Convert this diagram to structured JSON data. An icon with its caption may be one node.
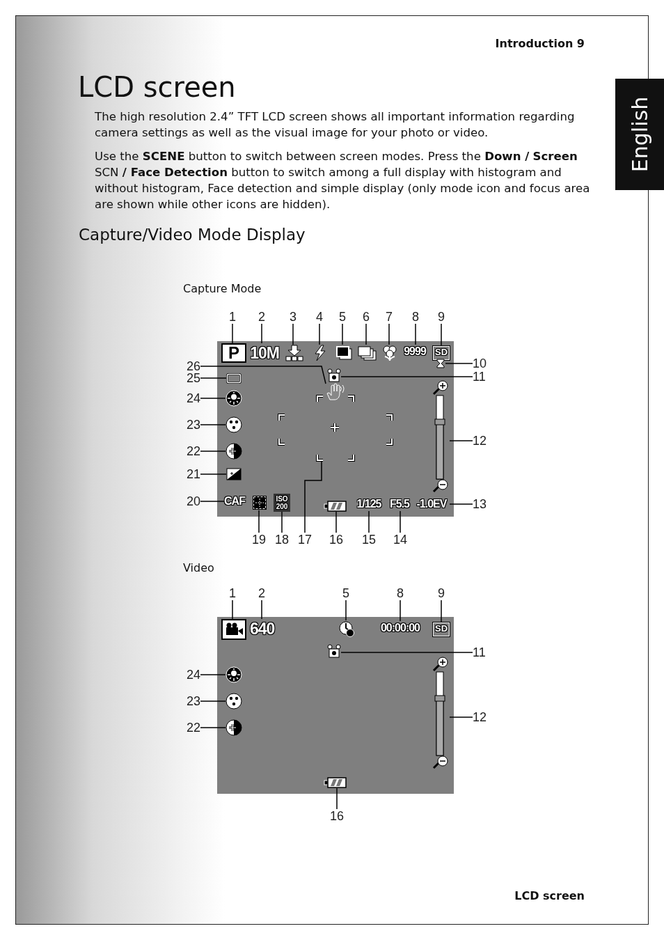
{
  "diagram": {
    "title": "LCD screen",
    "nodes": [
      {
        "text": [
          "English"
        ]
      },
      {
        "text": [],
        "shape": "box"
      },
      {
        "text": [
          "P"
        ],
        "in": 1
      },
      {
        "text": [
          "10M"
        ],
        "in": 1
      },
      {
        "text": [],
        "shape": "picture",
        "in": 1
      },
      {
        "text": [],
        "shape": "picture",
        "in": 1
      },
      {
        "text": [],
        "shape": "box",
        "in": 1
      },
      {
        "text": [],
        "shape": "picture",
        "in": 1
      },
      {
        "text": [],
        "shape": "picture",
        "in": 1
      },
      {
        "text": [
          "9999"
        ],
        "in": 1
      },
      {
        "text": [
          "SD"
        ],
        "in": 1
      },
      {
        "text": [],
        "shape": "box",
        "in": 1
      },
      {
        "text": [],
        "shape": "picture",
        "in": 1
      },
      {
        "text": [],
        "shape": "picture",
        "in": 1
      },
      {
        "text": [
          "-1.0EV"
        ],
        "in": 1
      },
      {
        "text": [
          "F5.5"
        ],
        "in": 1
      },
      {
        "text": [
          "1/125"
        ],
        "in": 1
      },
      {
        "text": [],
        "shape": "picture",
        "in": 1
      },
      {
        "text": [],
        "shape": "picture",
        "in": 1
      },
      {
        "text": [
          "ISO 200"
        ],
        "in": 1
      },
      {
        "text": [],
        "shape": "picture",
        "in": 1
      },
      {
        "text": [
          "CAF"
        ],
        "in": 1
      },
      {
        "text": [],
        "shape": "picture",
        "in": 1
      },
      {
        "text": [],
        "shape": "picture",
        "in": 1
      },
      {
        "text": [],
        "shape": "picture",
        "in": 1
      },
      {
        "text": [],
        "shape": "picture",
        "in": 1
      },
      {
        "text": [],
        "shape": "box",
        "in": 1
      },
      {
        "text": [],
        "shape": "picture",
        "in": 1
      },
      {
        "text": [
          "1"
        ]
      },
      {
        "text": [
          "2"
        ]
      },
      {
        "text": [
          "3"
        ]
      },
      {
        "text": [
          "4"
        ]
      },
      {
        "text": [
          "5"
        ]
      },
      {
        "text": [
          "6"
        ]
      },
      {
        "text": [
          "7"
        ]
      },
      {
        "text": [
          "8"
        ]
      },
      {
        "text": [
          "9"
        ]
      },
      {
        "text": [
          "10"
        ]
      },
      {
        "text": [
          "11"
        ]
      },
      {
        "text": [
          "12"
        ]
      },
      {
        "text": [
          "13"
        ]
      },
      {
        "text": [
          "14"
        ]
      },
      {
        "text": [
          "15"
        ]
      },
      {
        "text": [
          "16"
        ]
      },
      {
        "text": [
          "17"
        ]
      },
      {
        "text": [
          "18"
        ]
      },
      {
        "text": [
          "19"
        ]
      },
      {
        "text": [
          "20"
        ]
      },
      {
        "text": [
          "21"
        ]
      },
      {
        "text": [
          "22"
        ]
      },
      {
        "text": [
          "23"
        ]
      },
      {
        "text": [
          "24"
        ]
      },
      {
        "text": [
          "25"
        ]
      },
      {
        "text": [
          "26"
        ]
      },
      {
        "text": [],
        "shape": "box"
      },
      {
        "text": [],
        "shape": "picture",
        "in": 54
      },
      {
        "text": [
          "640"
        ],
        "in": 54
      },
      {
        "text": [],
        "shape": "picture",
        "in": 54
      },
      {
        "text": [
          "00:00:00"
        ],
        "in": 54
      },
      {
        "text": [
          "SD"
        ],
        "in": 54
      },
      {
        "text": [],
        "shape": "picture",
        "in": 54
      },
      {
        "text": [],
        "shape": "picture",
        "in": 54
      },
      {
        "text": [],
        "shape": "picture",
        "in": 54
      },
      {
        "text": [],
        "shape": "picture",
        "in": 54
      },
      {
        "text": [],
        "shape": "picture",
        "in": 54
      },
      {
        "text": [],
        "shape": "picture",
        "in": 54
      },
      {
        "text": [
          "1"
        ]
      },
      {
        "text": [
          "2"
        ]
      },
      {
        "text": [
          "5"
        ]
      },
      {
        "text": [
          "8"
        ]
      },
      {
        "text": [
          "9"
        ]
      },
      {
        "text": [
          "11"
        ]
      },
      {
        "text": [
          "12"
        ]
      },
      {
        "text": [
          "16"
        ]
      },
      {
        "text": [
          "22"
        ]
      },
      {
        "text": [
          "23"
        ]
      },
      {
        "text": [
          "24"
        ]
      }
    ],
    "edges": [
      {
        "from": 28,
        "to": 2,
        "arrow": "none"
      },
      {
        "from": 29,
        "to": 3,
        "arrow": "none"
      },
      {
        "from": 30,
        "to": 4,
        "arrow": "none"
      },
      {
        "from": 31,
        "to": 5,
        "arrow": "none"
      },
      {
        "from": 32,
        "to": 6,
        "arrow": "none"
      },
      {
        "from": 33,
        "to": 7,
        "arrow": "none"
      },
      {
        "from": 34,
        "to": 8,
        "arrow": "none"
      },
      {
        "from": 35,
        "to": 9,
        "arrow": "none"
      },
      {
        "from": 36,
        "to": 10,
        "arrow": "none"
      },
      {
        "from": 37,
        "to": 11,
        "arrow": "none"
      },
      {
        "from": 38,
        "to": 12,
        "arrow": "none"
      },
      {
        "from": 39,
        "to": 13,
        "arrow": "none"
      },
      {
        "from": 40,
        "to": 14,
        "arrow": "none"
      },
      {
        "from": 41,
        "to": 15,
        "arrow": "none"
      },
      {
        "from": 42,
        "to": 16,
        "arrow": "none"
      },
      {
        "from": 43,
        "to": 17,
        "arrow": "none"
      },
      {
        "from": 44,
        "to": 18,
        "arrow": "none"
      },
      {
        "from": 45,
        "to": 19,
        "arrow": "none"
      },
      {
        "from": 46,
        "to": 20,
        "arrow": "none"
      },
      {
        "from": 47,
        "to": 21,
        "arrow": "none"
      },
      {
        "from": 48,
        "to": 22,
        "arrow": "none"
      },
      {
        "from": 49,
        "to": 23,
        "arrow": "none"
      },
      {
        "from": 50,
        "to": 24,
        "arrow": "none"
      },
      {
        "from": 51,
        "to": 25,
        "arrow": "none"
      },
      {
        "from": 52,
        "to": 26,
        "arrow": "none"
      },
      {
        "from": 53,
        "to": 27,
        "arrow": "none"
      },
      {
        "from": 66,
        "to": 55,
        "arrow": "none"
      },
      {
        "from": 67,
        "to": 56,
        "arrow": "none"
      },
      {
        "from": 68,
        "to": 57,
        "arrow": "none"
      },
      {
        "from": 69,
        "to": 58,
        "arrow": "none"
      },
      {
        "from": 70,
        "to": 59,
        "arrow": "none"
      },
      {
        "from": 71,
        "to": 60,
        "arrow": "none"
      },
      {
        "from": 72,
        "to": 61,
        "arrow": "none"
      },
      {
        "from": 73,
        "to": 62,
        "arrow": "none"
      },
      {
        "from": 74,
        "to": 63,
        "arrow": "none"
      },
      {
        "from": 75,
        "to": 64,
        "arrow": "none"
      },
      {
        "from": 76,
        "to": 65,
        "arrow": "none"
      }
    ],
    "labels": [
      "Introduction 9",
      "The high resolution 2.4” TFT LCD screen shows all important information regarding camera settings as well as the visual image for your photo or video.",
      "Use the **SCENE** button to switch between screen modes. Press the **Down /** **Screen** SCN **/ Face Detection** button to switch among a full display with histogram and without histogram, Face detection and simple display (only mode icon and focus area are shown while other icons are hidden).",
      "Capture/Video Mode Display",
      "Capture Mode",
      "Video",
      "LCD screen"
    ]
  }
}
